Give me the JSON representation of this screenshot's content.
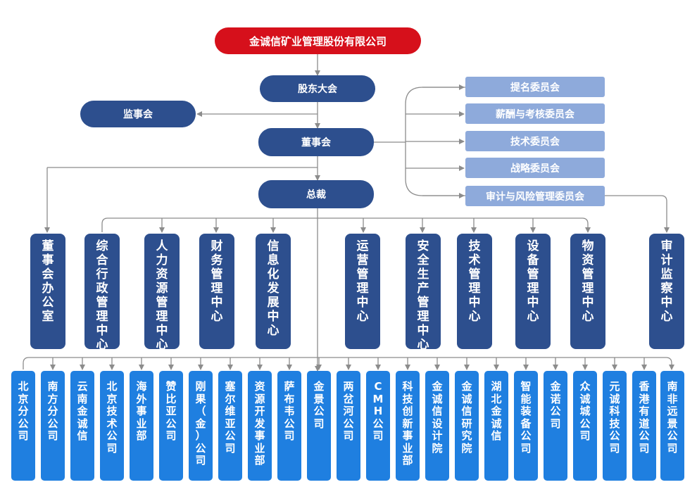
{
  "company": "金诚信矿业管理股份有限公司",
  "shareholders": "股东大会",
  "supervisors": "监事会",
  "board": "董事会",
  "president": "总裁",
  "committees": [
    "提名委员会",
    "薪酬与考核委员会",
    "技术委员会",
    "战略委员会",
    "审计与风险管理委员会"
  ],
  "departments": [
    "董事会办公室",
    "综合行政管理中心",
    "人力资源管理中心",
    "财务管理中心",
    "信息化发展中心",
    "运营管理中心",
    "安全生产管理中心",
    "技术管理中心",
    "设备管理中心",
    "物资管理中心",
    "审计监察中心"
  ],
  "subsidiaries": [
    "北京分公司",
    "南方分公司",
    "云南金诚信",
    "北京技术公司",
    "海外事业部",
    "赞比亚公司",
    "刚果（金）公司",
    "塞尔维亚公司",
    "资源开发事业部",
    "萨布韦公司",
    "金景公司",
    "两岔河公司",
    "CMH公司",
    "科技创新事业部",
    "金诚信设计院",
    "金诚信研究院",
    "湖北金诚信",
    "智能装备公司",
    "金诺公司",
    "众诚城公司",
    "元诚科技公司",
    "香港有道公司",
    "南非远景公司"
  ],
  "colors": {
    "top": "#d6101b",
    "pill": "#2d4f8e",
    "committee": "#8eaadb",
    "subsidiary": "#1f7fe0",
    "line": "#8c8c8c"
  }
}
